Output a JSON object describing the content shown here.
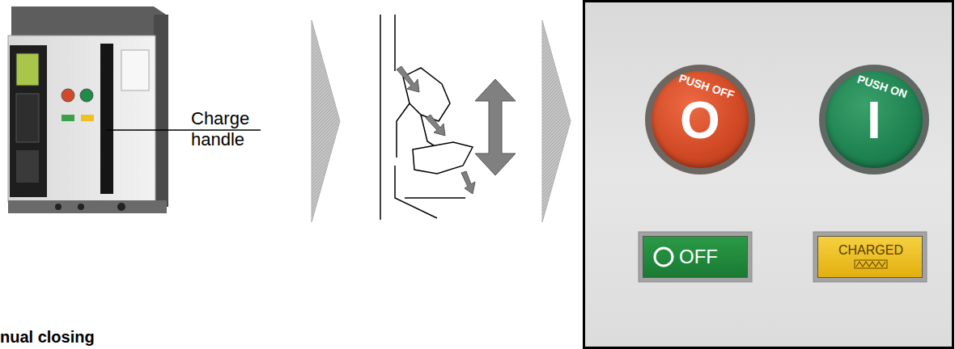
{
  "diagram": {
    "title": "nual closing",
    "nodes": [
      {
        "text": [
          "PUSH OFF",
          "O"
        ]
      },
      {
        "text": [
          "PUSH ON",
          "I"
        ]
      },
      {
        "text": [
          "OFF"
        ]
      },
      {
        "text": [
          "CHARGED"
        ]
      }
    ],
    "labels": [
      "Charge handle"
    ]
  }
}
